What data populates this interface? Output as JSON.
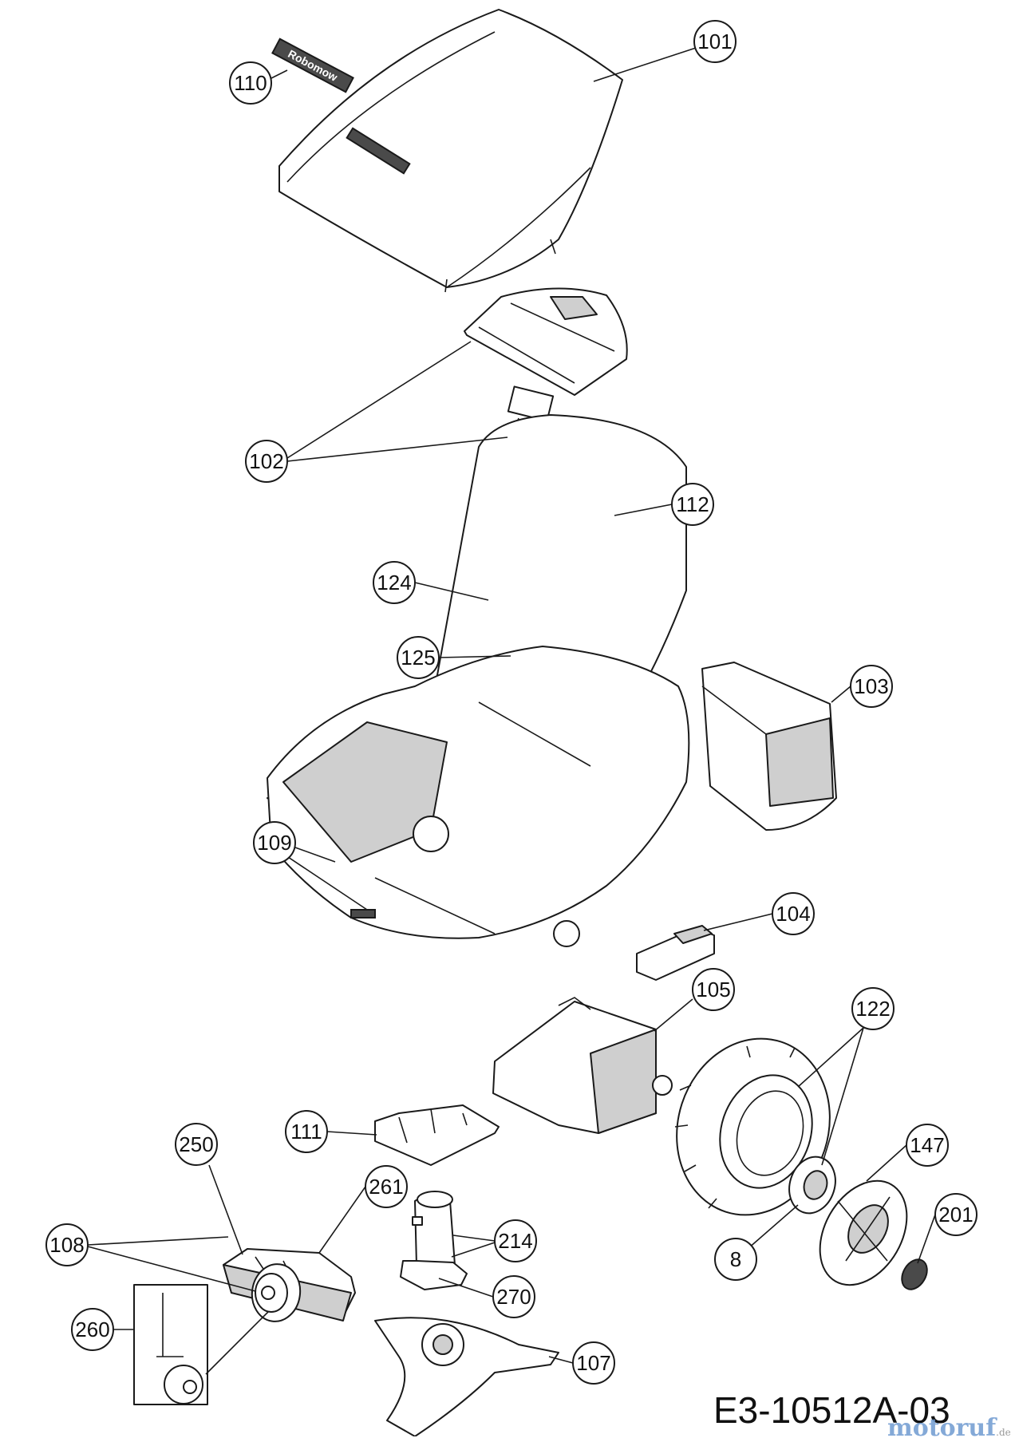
{
  "diagram": {
    "callouts": [
      "101",
      "110",
      "102",
      "112",
      "124",
      "125",
      "103",
      "109",
      "104",
      "105",
      "122",
      "111",
      "250",
      "261",
      "108",
      "214",
      "270",
      "260",
      "107",
      "147",
      "201",
      "8"
    ],
    "brand_text": "Robomow",
    "drawing_number": "E3-10512A-03",
    "watermark": "motoruf",
    "watermark_tld": ".de"
  }
}
